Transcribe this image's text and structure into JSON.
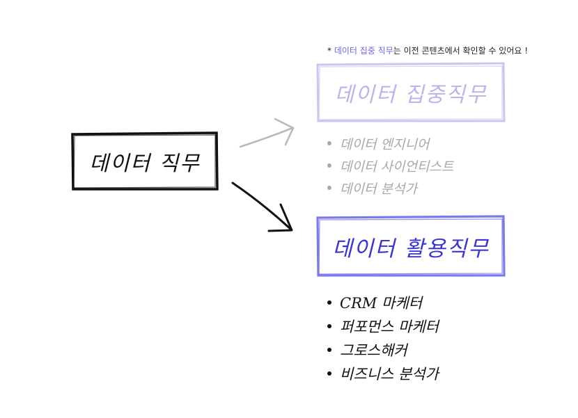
{
  "note": {
    "asterisk": "* ",
    "highlight": "데이터 집중 직무",
    "rest": "는 이전 콘텐츠에서 확인할 수 있어요 !"
  },
  "main_box": {
    "label": "데이터 직무"
  },
  "focus_box": {
    "label": "데이터 집중직무",
    "items": [
      "데이터 엔지니어",
      "데이터 사이언티스트",
      "데이터 분석가"
    ]
  },
  "use_box": {
    "label": "데이터 활용직무",
    "items": [
      "CRM 마케터",
      "퍼포먼스 마케터",
      "그로스해커",
      "비즈니스 분석가"
    ]
  },
  "colors": {
    "ink": "#111111",
    "faded_box": "#c9c7f2",
    "faded_text": "#a9a9a9",
    "accent": "#3a33d8",
    "accent_border": "#7e79ea",
    "arrow_faded": "#b9b9b9"
  }
}
